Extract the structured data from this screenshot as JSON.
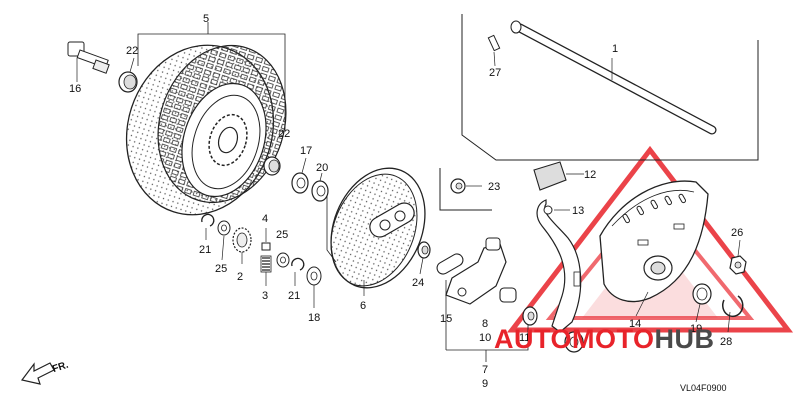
{
  "callouts": [
    {
      "id": "c1",
      "text": "1"
    },
    {
      "id": "c2",
      "text": "2"
    },
    {
      "id": "c3",
      "text": "3"
    },
    {
      "id": "c4",
      "text": "4"
    },
    {
      "id": "c5",
      "text": "5"
    },
    {
      "id": "c6",
      "text": "6"
    },
    {
      "id": "c7",
      "text": "7"
    },
    {
      "id": "c8",
      "text": "8"
    },
    {
      "id": "c9",
      "text": "9"
    },
    {
      "id": "c10",
      "text": "10"
    },
    {
      "id": "c11",
      "text": "11"
    },
    {
      "id": "c12",
      "text": "12"
    },
    {
      "id": "c13",
      "text": "13"
    },
    {
      "id": "c14",
      "text": "14"
    },
    {
      "id": "c15",
      "text": "15"
    },
    {
      "id": "c16",
      "text": "16"
    },
    {
      "id": "c17",
      "text": "17"
    },
    {
      "id": "c18",
      "text": "18"
    },
    {
      "id": "c19",
      "text": "19"
    },
    {
      "id": "c20",
      "text": "20"
    },
    {
      "id": "c21a",
      "text": "21"
    },
    {
      "id": "c21b",
      "text": "21"
    },
    {
      "id": "c22a",
      "text": "22"
    },
    {
      "id": "c22b",
      "text": "22"
    },
    {
      "id": "c23",
      "text": "23"
    },
    {
      "id": "c24",
      "text": "24"
    },
    {
      "id": "c25a",
      "text": "25"
    },
    {
      "id": "c25b",
      "text": "25"
    },
    {
      "id": "c26",
      "text": "26"
    },
    {
      "id": "c27",
      "text": "27"
    },
    {
      "id": "c28",
      "text": "28"
    }
  ],
  "direction_label": "FR.",
  "diagram_code": "VL04F0900",
  "watermark": {
    "part1": "AUTO",
    "part2": "MOTO",
    "part3": "HUB",
    "color_red": "#e8232a",
    "color_gray": "#4a4a4a"
  }
}
